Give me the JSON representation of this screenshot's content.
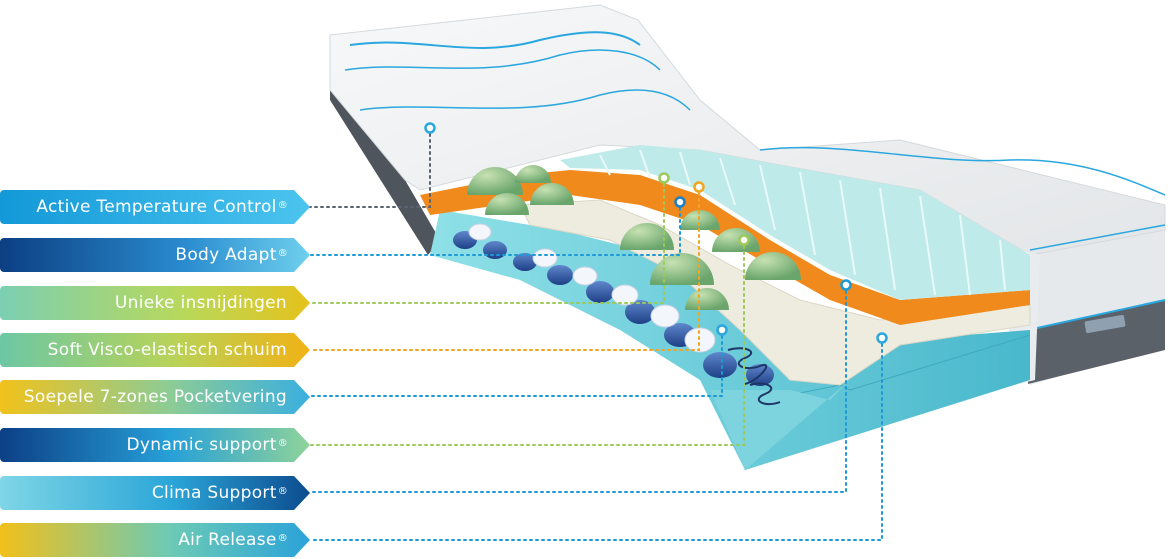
{
  "labels": [
    {
      "text": "Active Temperature Control",
      "mark": "®"
    },
    {
      "text": "Body Adapt",
      "mark": "®"
    },
    {
      "text": "Unieke insnijdingen",
      "mark": ""
    },
    {
      "text": "Soft Visco-elastisch schuim",
      "mark": ""
    },
    {
      "text": "Soepele 7-zones Pocketvering",
      "mark": ""
    },
    {
      "text": "Dynamic support",
      "mark": "®"
    },
    {
      "text": "Clima Support",
      "mark": "®"
    },
    {
      "text": "Air Release",
      "mark": "®"
    }
  ],
  "colors": {
    "cover": "#f1f3f4",
    "cover_shadow": "#d8dcdf",
    "side_band": "#5b6169",
    "accent_line": "#2aa7df",
    "visco_orange": "#f08a1c",
    "foam_cream": "#eeebdf",
    "foam_aqua": "#9fdee5",
    "foam_mint": "#bfeaea",
    "base_teal": "#59c4d3",
    "sphere_green": "#8dc08b",
    "spring_blue": "#2c57a6",
    "spring_white": "#f3f6fb",
    "leader_gray": "#5a6470",
    "leader_blue": "#1c9ad6",
    "leader_green": "#9cca5a",
    "leader_orange": "#f2a51e"
  }
}
